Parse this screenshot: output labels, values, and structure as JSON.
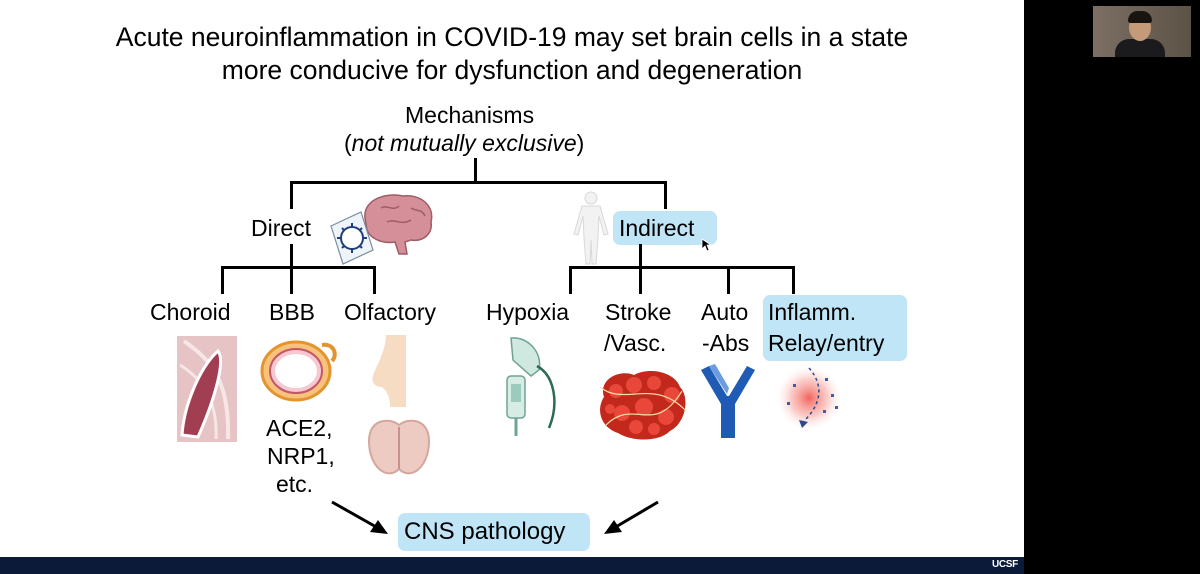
{
  "slide": {
    "title_line1": "Acute neuroinflammation in COVID-19 may set brain cells in a state",
    "title_line2": "more conducive for dysfunction and degeneration",
    "root_label": "Mechanisms",
    "root_sub_open": "(",
    "root_sub_italic": "not mutually exclusive",
    "root_sub_close": ")",
    "direct": {
      "label": "Direct",
      "children": [
        "Choroid",
        "BBB",
        "Olfactory"
      ],
      "receptors": [
        "ACE2,",
        "NRP1,",
        "etc."
      ]
    },
    "indirect": {
      "label": "Indirect",
      "children": [
        {
          "line1": "Hypoxia",
          "line2": ""
        },
        {
          "line1": "Stroke",
          "line2": "/Vasc."
        },
        {
          "line1": "Auto",
          "line2": "-Abs"
        },
        {
          "line1": "Inflamm.",
          "line2": "Relay/entry"
        }
      ]
    },
    "outcome": "CNS pathology",
    "logo": "UCSF"
  },
  "colors": {
    "highlight": "#bfe5f7",
    "footer": "#0b1a38"
  }
}
